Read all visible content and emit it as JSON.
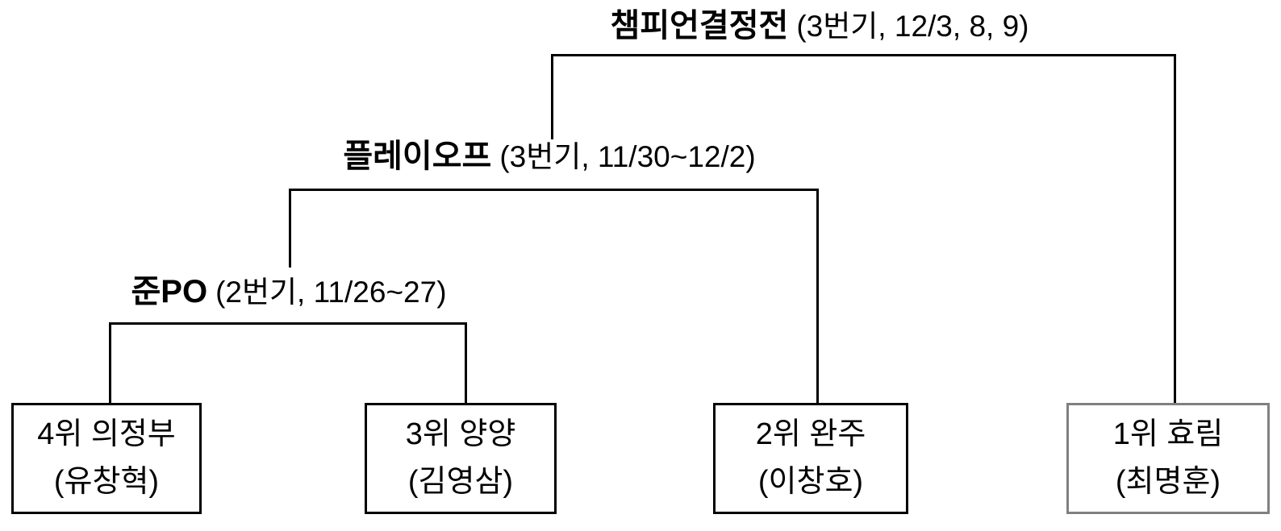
{
  "rounds": [
    {
      "name": "챔피언결정전",
      "detail": "(3번기, 12/3, 8, 9)"
    },
    {
      "name": "플레이오프",
      "detail": "(3번기, 11/30~12/2)"
    },
    {
      "name": "준PO",
      "detail": "(2번기, 11/26~27)"
    }
  ],
  "teams": [
    {
      "rank_team": "4위 의정부",
      "player": "(유창혁)"
    },
    {
      "rank_team": "3위 양양",
      "player": "(김영삼)"
    },
    {
      "rank_team": "2위 완주",
      "player": "(이창호)"
    },
    {
      "rank_team": "1위 효림",
      "player": "(최명훈)"
    }
  ],
  "colors": {
    "line": "#000000",
    "box_border": "#000000",
    "top_seed_box_border": "#808080",
    "text": "#000000",
    "background": "#ffffff"
  }
}
